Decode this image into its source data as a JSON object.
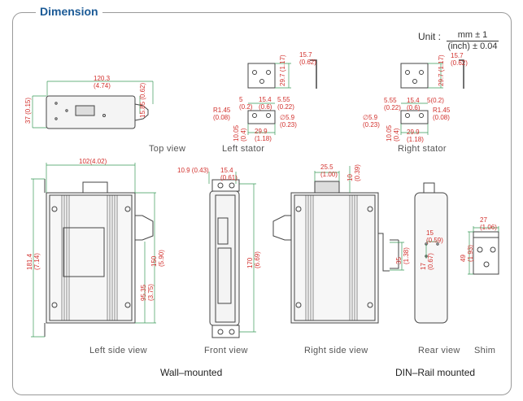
{
  "title": "Dimension",
  "unit": {
    "label": "Unit :",
    "numerator": "mm ± 1",
    "denominator": "(inch) ± 0.04"
  },
  "top_view": {
    "caption": "Top view",
    "length": [
      "120.3",
      "(4.74)"
    ],
    "height": [
      "37",
      "(0.15)"
    ],
    "connector": [
      "15.85",
      "(0.62)"
    ]
  },
  "left_stator": {
    "caption": "Left stator",
    "width": [
      "15.7",
      "(0.62)"
    ],
    "height": [
      "29.7",
      "(1.17)"
    ],
    "d1": [
      "5",
      "(0.2)"
    ],
    "d2": [
      "15.4",
      "(0.6)"
    ],
    "d3": [
      "5.55",
      "(0.22)"
    ],
    "radius": [
      "R1.45",
      "(0.08)"
    ],
    "hole": [
      "∅5.9",
      "(0.23)"
    ],
    "offset": [
      "10.05",
      "(0.4)"
    ],
    "base": [
      "29.9",
      "(1.18)"
    ]
  },
  "right_stator": {
    "caption": "Right stator",
    "width": [
      "15.7",
      "(0.62)"
    ],
    "height": [
      "29.7",
      "(1.17)"
    ],
    "d1": [
      "5.55",
      "(0.22)"
    ],
    "d2": [
      "15.4",
      "(0.6)"
    ],
    "d3": [
      "5(0.2)"
    ],
    "radius": [
      "R1.45",
      "(0.08)"
    ],
    "hole": [
      "∅5.9",
      "(0.23)"
    ],
    "offset": [
      "10.05",
      "(0.4)"
    ],
    "base": [
      "29.9",
      "(1.18)"
    ]
  },
  "left_side_view": {
    "caption": "Left side view",
    "width": "102(4.02)",
    "total_height": [
      "181.4",
      "(7.14)"
    ],
    "body_height": [
      "150",
      "(5.90)"
    ],
    "lower": [
      "95.35",
      "(3.75)"
    ]
  },
  "front_view": {
    "caption": "Front view",
    "d1": "10.9 (0.43)",
    "d2": [
      "15.4",
      "(0.61)"
    ],
    "height": [
      "170",
      "(6.69)"
    ]
  },
  "right_side_view": {
    "caption": "Right side view",
    "connector_width": [
      "25.5",
      "(1.00)"
    ],
    "connector_height": [
      "10",
      "(0.39)"
    ],
    "rail": [
      "35",
      "(1.38)"
    ]
  },
  "rear_view": {
    "caption": "Rear view",
    "w": [
      "15",
      "(0.59)"
    ],
    "h": [
      "17",
      "(0.67)"
    ]
  },
  "shim": {
    "caption": "Shim",
    "width": [
      "27",
      "(1.06)"
    ],
    "height": [
      "49",
      "(1.93)"
    ]
  },
  "groups": {
    "wall": "Wall–mounted",
    "din": "DIN–Rail mounted"
  }
}
